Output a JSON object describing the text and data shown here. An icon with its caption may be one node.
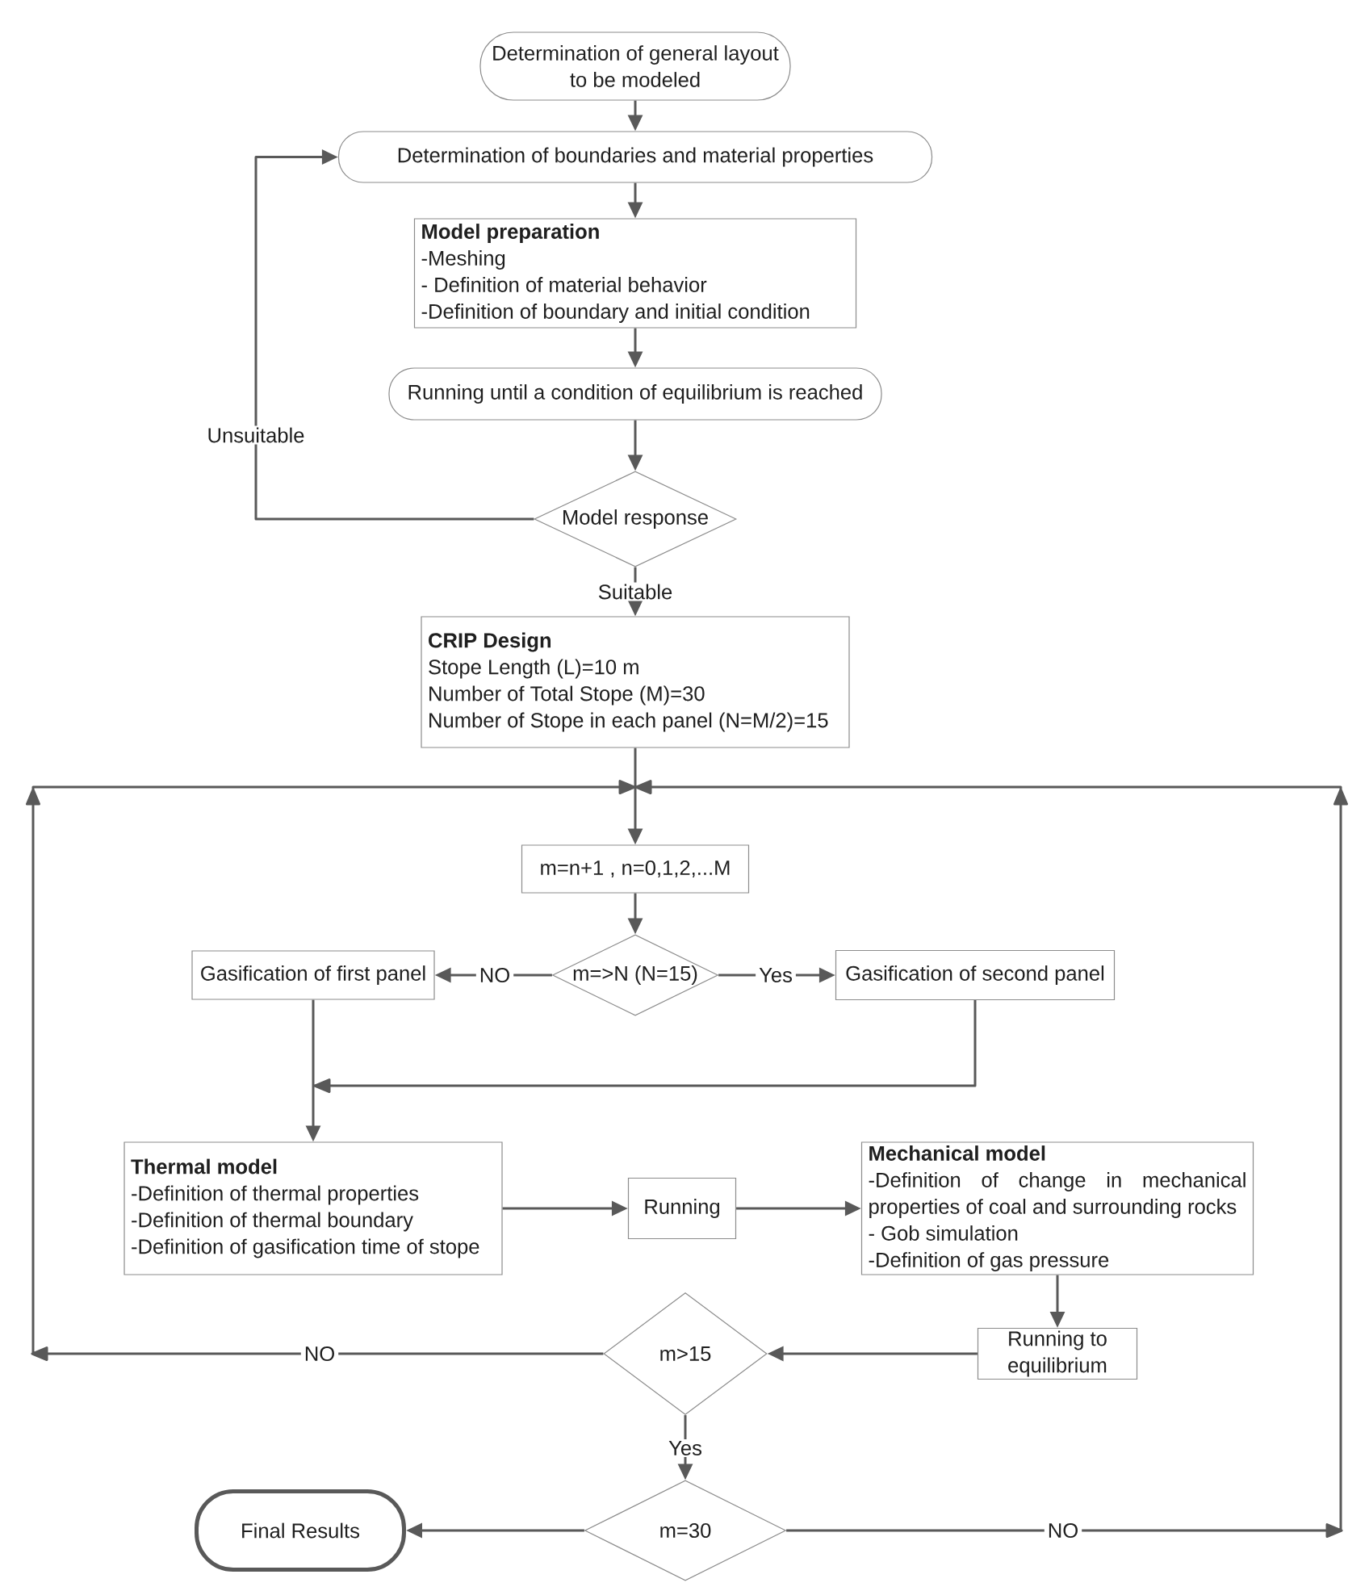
{
  "diagram": {
    "nodes": [
      {
        "text": [
          "Determination of general layout to be modeled"
        ]
      },
      {
        "text": [
          "Determination of boundaries and material properties"
        ]
      },
      {
        "text": [
          "Model preparation",
          "-Meshing",
          "- Definition of material behavior",
          "-Definition of boundary and initial condition"
        ]
      },
      {
        "text": [
          "Running until a condition of equilibrium is reached"
        ]
      },
      {
        "text": [
          "Model response"
        ]
      },
      {
        "text": [
          "CRIP Design",
          "Stope Length (L)=10 m",
          "Number of Total Stope (M)=30",
          "Number of Stope in each panel (N=M/2)=15"
        ]
      },
      {
        "text": [
          "m=n+1 , n=0,1,2,...M"
        ]
      },
      {
        "text": [
          "Gasification of first panel"
        ]
      },
      {
        "text": [
          "m=>N (N=15)"
        ]
      },
      {
        "text": [
          "Gasification of second panel"
        ]
      },
      {
        "text": [
          "Thermal model",
          "-Definition of thermal properties",
          "-Definition of thermal boundary",
          "-Definition of gasification time of stope"
        ]
      },
      {
        "text": [
          "Running"
        ]
      },
      {
        "text": [
          "Mechanical model",
          "-Definition of change in mechanical properties of coal and surrounding rocks",
          "- Gob simulation",
          "-Definition of gas pressure"
        ]
      },
      {
        "text": [
          "m>15"
        ]
      },
      {
        "text": [
          "Running to equilibrium"
        ]
      },
      {
        "text": [
          "Final Results"
        ]
      },
      {
        "text": [
          "m=30"
        ]
      }
    ],
    "edges": [
      {
        "from": 0,
        "to": 1,
        "arrow": "to"
      },
      {
        "from": 1,
        "to": 2,
        "arrow": "to"
      },
      {
        "from": 2,
        "to": 3,
        "arrow": "to"
      },
      {
        "from": 3,
        "to": 4,
        "arrow": "to"
      },
      {
        "from": 4,
        "to": 1,
        "arrow": "to",
        "label": "Unsuitable"
      },
      {
        "from": 4,
        "to": 5,
        "arrow": "to",
        "label": "Suitable"
      },
      {
        "from": 5,
        "to": 6,
        "arrow": "to"
      },
      {
        "from": 6,
        "to": 8,
        "arrow": "to"
      },
      {
        "from": 8,
        "to": 7,
        "arrow": "to",
        "label": "NO"
      },
      {
        "from": 8,
        "to": 9,
        "arrow": "to",
        "label": "Yes"
      },
      {
        "from": 7,
        "to": 10,
        "arrow": "to"
      },
      {
        "from": 9,
        "to": 10,
        "arrow": "to"
      },
      {
        "from": 10,
        "to": 11,
        "arrow": "to"
      },
      {
        "from": 11,
        "to": 12,
        "arrow": "to"
      },
      {
        "from": 12,
        "to": 14,
        "arrow": "to"
      },
      {
        "from": 14,
        "to": 13,
        "arrow": "to"
      },
      {
        "from": 13,
        "to": 6,
        "arrow": "to",
        "label": "NO"
      },
      {
        "from": 13,
        "to": 16,
        "arrow": "to",
        "label": "Yes"
      },
      {
        "from": 16,
        "to": 15,
        "arrow": "to"
      },
      {
        "from": 16,
        "to": 6,
        "arrow": "to",
        "label": "NO"
      }
    ]
  }
}
